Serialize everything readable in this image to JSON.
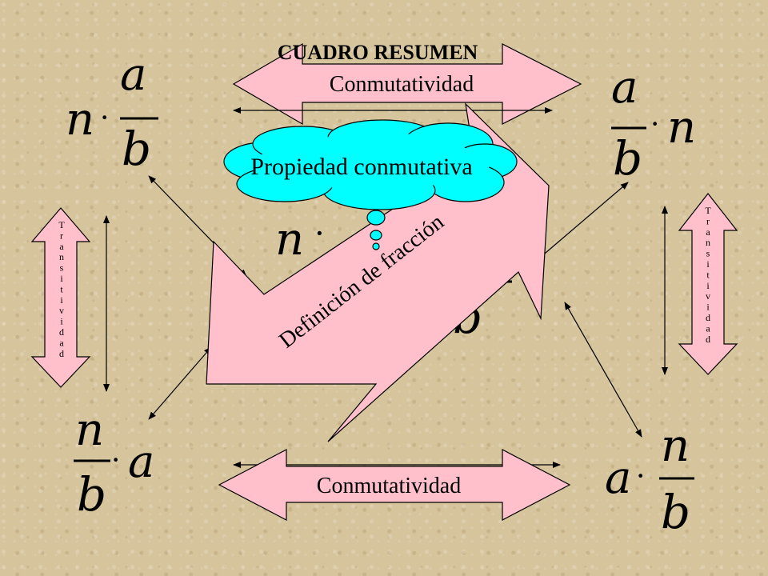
{
  "title": "CUADRO RESUMEN",
  "arrows": {
    "top_label": "Conmutatividad",
    "bottom_label": "Conmutatividad",
    "diagonal_label": "Definición de fracción",
    "left_vertical_label": "Transitividad",
    "right_vertical_label": "Transitividad"
  },
  "callout": {
    "label": "Propiedad conmutativa"
  },
  "expressions": {
    "top_left": {
      "whole": "n",
      "dot": "·",
      "numerator": "a",
      "denominator": "b"
    },
    "top_right": {
      "numerator": "a",
      "denominator": "b",
      "dot": "·",
      "whole": "n"
    },
    "center": {
      "whole": "n",
      "dot": "·",
      "numerator": "a",
      "denominator": "b"
    },
    "bottom_left": {
      "numerator": "n",
      "denominator": "b",
      "dot": "·",
      "whole": "a"
    },
    "bottom_right": {
      "whole": "a",
      "dot": "·",
      "numerator": "n",
      "denominator": "b"
    }
  },
  "colors": {
    "background": "#d6c49c",
    "arrow_fill": "#ffc0cb",
    "callout_fill": "#00ffff",
    "line": "#000000"
  }
}
